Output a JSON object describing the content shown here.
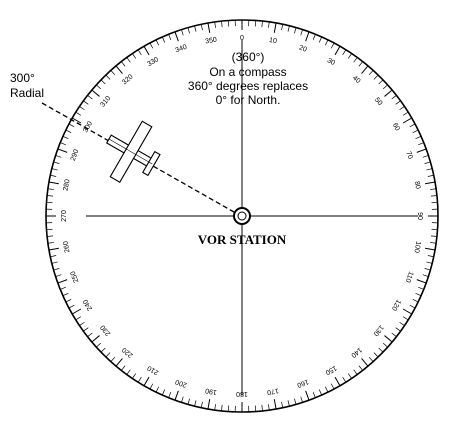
{
  "radial_label": {
    "line1": "300°",
    "line2": "Radial"
  },
  "note": {
    "line1": "(360°)",
    "line2": "On a compass",
    "line3": "360° degrees replaces",
    "line4": "0° for North."
  },
  "station_label": "VOR STATION",
  "compass": {
    "tick_step_deg": 2,
    "major_every_deg": 10,
    "label_every_deg": 10,
    "degree_labels": [
      "0",
      "10",
      "20",
      "30",
      "40",
      "50",
      "60",
      "70",
      "80",
      "90",
      "100",
      "110",
      "120",
      "130",
      "140",
      "150",
      "160",
      "170",
      "180",
      "190",
      "200",
      "210",
      "220",
      "230",
      "240",
      "250",
      "260",
      "270",
      "280",
      "290",
      "300",
      "310",
      "320",
      "330",
      "340",
      "350"
    ]
  },
  "aircraft_radial_deg": 300
}
